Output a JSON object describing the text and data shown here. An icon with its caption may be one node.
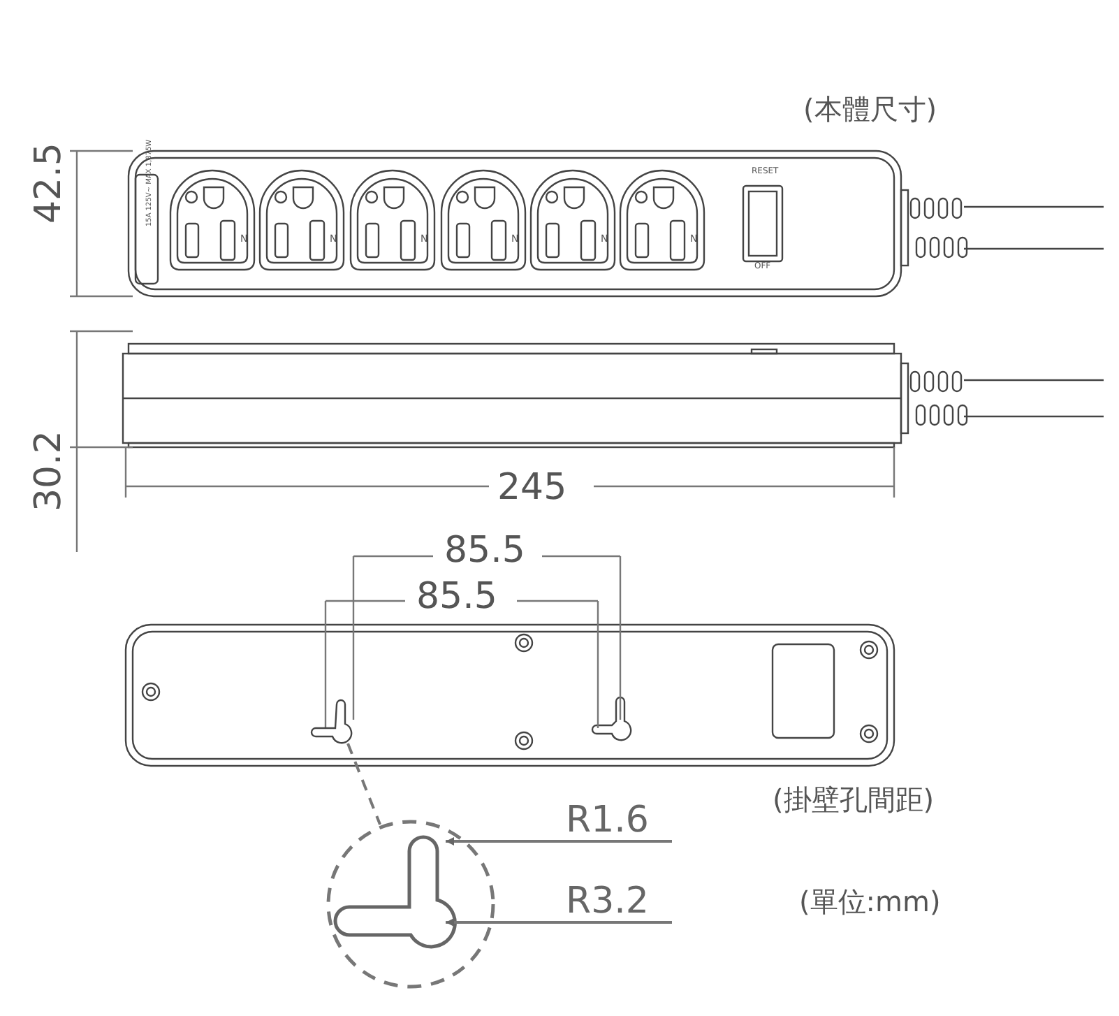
{
  "diagram": {
    "nodes": [
      {
        "text": [
          "R1.6"
        ]
      },
      {
        "text": [
          "R3.2"
        ]
      },
      {
        "text": [],
        "shape": "circle"
      },
      {
        "text": [],
        "shape": "picture",
        "in": 2
      },
      {
        "text": [],
        "shape": "picture"
      }
    ],
    "edges": [
      {
        "from": 0,
        "to": 3,
        "arrow": "to"
      },
      {
        "from": 1,
        "to": 3,
        "arrow": "to"
      },
      {
        "from": 4,
        "to": 2,
        "arrow": "none",
        "style": "dashed"
      }
    ],
    "labels": [
      "(本體尺寸)",
      "42.5",
      "15A 125V~ MAX 1,875W",
      "N",
      "N",
      "N",
      "N",
      "N",
      "N",
      "RESET",
      "OFF",
      "30.2",
      "245",
      "85.5",
      "85.5",
      "(掛壁孔間距)",
      "(單位:mm)"
    ]
  }
}
